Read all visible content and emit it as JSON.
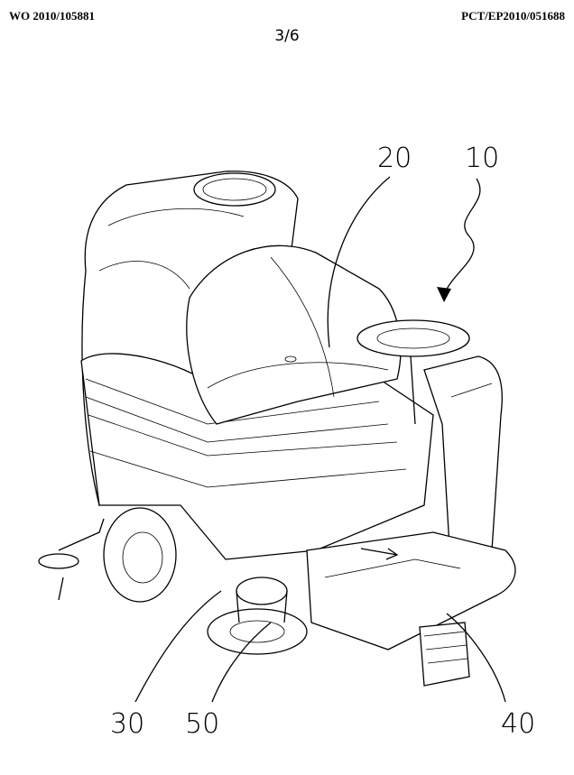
{
  "header": {
    "publication_number": "WO 2010/105881",
    "application_number": "PCT/EP2010/051688",
    "sheet": "3/6"
  },
  "figure": {
    "reference_numerals": [
      "20",
      "10",
      "30",
      "50",
      "40"
    ]
  }
}
